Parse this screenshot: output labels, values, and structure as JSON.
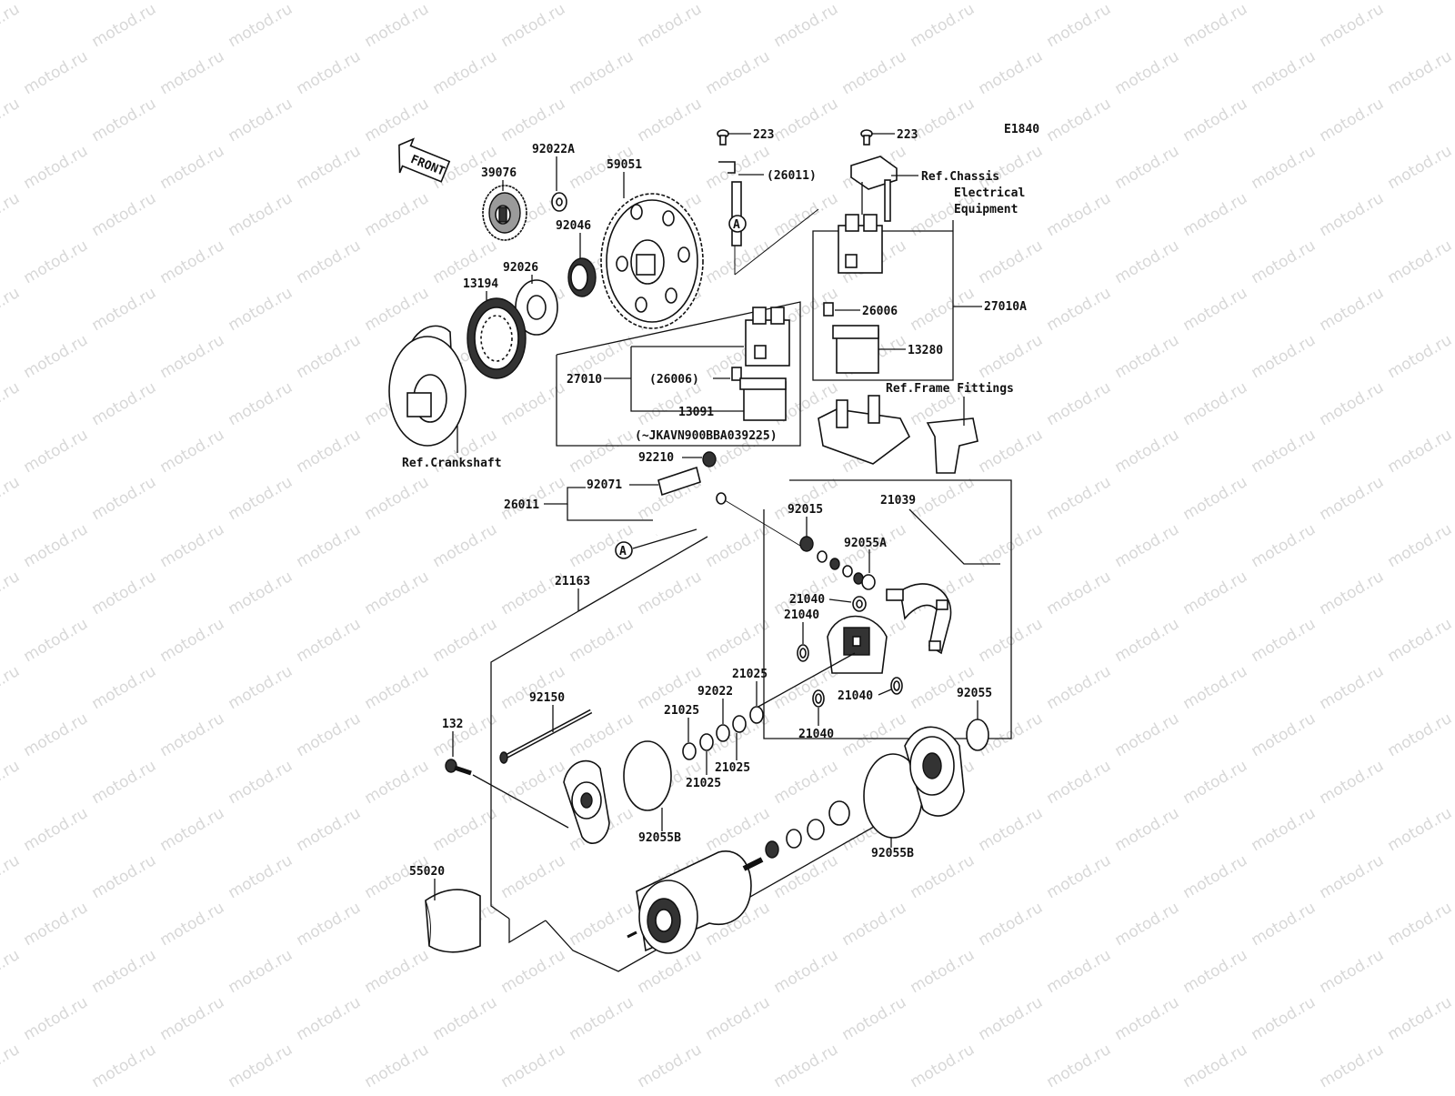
{
  "diagram": {
    "code": "E1840",
    "front_label": "FRONT",
    "watermark": "motod.ru",
    "labels": {
      "p223a": "223",
      "p223b": "223",
      "p26011_paren": "(26011)",
      "ref_chassis_1": "Ref.Chassis",
      "ref_chassis_2": "Electrical",
      "ref_chassis_3": "Equipment",
      "p92022A": "92022A",
      "p39076": "39076",
      "p59051": "59051",
      "p92046": "92046",
      "p92026": "92026",
      "p13194": "13194",
      "p26006": "26006",
      "p27010A": "27010A",
      "p13280": "13280",
      "p27010": "27010",
      "p26006_paren": "(26006)",
      "p13091": "13091",
      "vin_note": "(~JKAVN900BBA039225)",
      "ref_frame": "Ref.Frame Fittings",
      "ref_crank": "Ref.Crankshaft",
      "p92210": "92210",
      "p92071": "92071",
      "p26011": "26011",
      "circle_a": "A",
      "p92015": "92015",
      "p21039": "21039",
      "p92055A": "92055A",
      "p21163": "21163",
      "p21040a": "21040",
      "p21040b": "21040",
      "p21040c": "21040",
      "p21040d": "21040",
      "p21025a": "21025",
      "p92022": "92022",
      "p21025b": "21025",
      "p21025c": "21025",
      "p21025d": "21025",
      "p92150": "92150",
      "p132": "132",
      "p92055": "92055",
      "p92055B_l": "92055B",
      "p92055B_r": "92055B",
      "p55020": "55020"
    }
  }
}
